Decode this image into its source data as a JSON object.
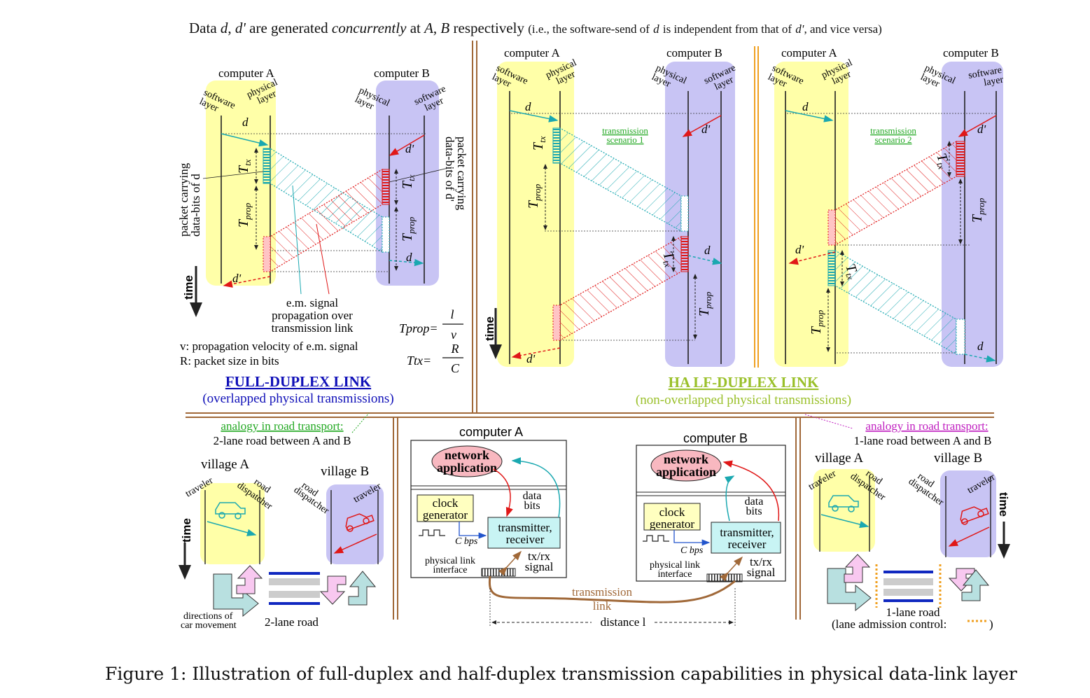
{
  "header": {
    "pre": "Data",
    "d1": "d",
    "comma": ",",
    "d2": "d'",
    "mid": "are generated",
    "concurrently": "concurrently",
    "at": "at",
    "A": "A",
    "B": "B",
    "respectively": "respectively",
    "note_a": "(i.e., the software-send of",
    "note_b": "is independent from that of",
    "note_c": ", and vice versa)"
  },
  "common": {
    "computer_a": "computer A",
    "computer_b": "computer B",
    "software": "software",
    "physical": "physical",
    "layer": "layer",
    "d": "d",
    "dp": "d'",
    "T": "T",
    "tx": "tx",
    "prop": "prop",
    "time": "time"
  },
  "full": {
    "packet_d_1": "packet carrying",
    "packet_d_2": "data-bits of d",
    "packet_dp_1": "packet carrying",
    "packet_dp_2": "data-bits of d'",
    "em_1": "e.m. signal",
    "em_2": "propagation over",
    "em_3": "transmission link",
    "v_note": "v: propagation velocity of e.m. signal",
    "r_note": "R: packet size in bits",
    "tprop_eq": "Tprop=",
    "l": "l",
    "v": "v",
    "ttx_eq": "Ttx=",
    "R": "R",
    "C": "C",
    "title": "FULL-DUPLEX LINK",
    "subtitle": "(overlapped physical transmissions)",
    "analogy": "analogy in road transport:",
    "road_desc": "2-lane road between A and B",
    "village_a": "village A",
    "village_b": "village B",
    "traveler": "traveler",
    "road": "road",
    "dispatcher": "dispatcher",
    "directions_1": "directions of",
    "directions_2": "car movement",
    "two_lane": "2-lane road"
  },
  "half": {
    "scenario1_1": "transmission",
    "scenario1_2": "scenario 1",
    "scenario2_1": "transmission",
    "scenario2_2": "scenario 2",
    "title": "HA LF-DUPLEX LINK",
    "subtitle": "(non-overlapped physical transmissions)",
    "analogy": "analogy in road transport:",
    "road_desc": "1-lane road between A and B",
    "village_a": "village A",
    "village_b": "village B",
    "one_lane": "1-lane road",
    "admission": "(lane admission control:",
    "admission_end": ")"
  },
  "center": {
    "computer_a": "computer A",
    "computer_b": "computer B",
    "network": "network",
    "application": "application",
    "data": "data",
    "bits": "bits",
    "clock": "clock",
    "generator": "generator",
    "transmitter": "transmitter,",
    "receiver": "receiver",
    "cbps": "C bps",
    "phys_1": "physical link",
    "phys_2": "interface",
    "txrx": "tx/rx",
    "signal": "signal",
    "tlink_1": "transmission",
    "tlink_2": "link",
    "distance": "distance l"
  },
  "caption": "Figure 1: Illustration of full-duplex and half-duplex transmission capabilities in physical data-link layer",
  "colors": {
    "yellow": "#ffffa8",
    "purple": "#c8c4f4",
    "cyan": "#1aa8b0",
    "red": "#e01818",
    "brown": "#a06838",
    "blue_title": "#1010b8",
    "green": "#22a822",
    "olive": "#9ac02a",
    "magenta": "#c020c0"
  }
}
